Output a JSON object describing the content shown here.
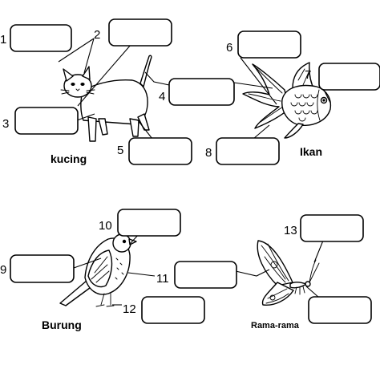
{
  "animals": {
    "cat": "kucing",
    "fish": "Ikan",
    "bird": "Burung",
    "butterfly": "Rama-rama"
  },
  "labels": {
    "n1": "1",
    "n2": "2",
    "n3": "3",
    "n4": "4",
    "n5": "5",
    "n6": "6",
    "n7": "7",
    "n8": "8",
    "n9": "9",
    "n10": "10",
    "n11": "11",
    "n12": "12",
    "n13": "13"
  },
  "answer_boxes": {
    "b1": "",
    "b2": "",
    "b3": "",
    "b4": "",
    "b5": "",
    "b6": "",
    "b7": "",
    "b8": "",
    "b9": "",
    "b10": "",
    "b11": "",
    "b12": "",
    "b13": ""
  },
  "colors": {
    "ink": "#000000",
    "paper": "#ffffff"
  }
}
